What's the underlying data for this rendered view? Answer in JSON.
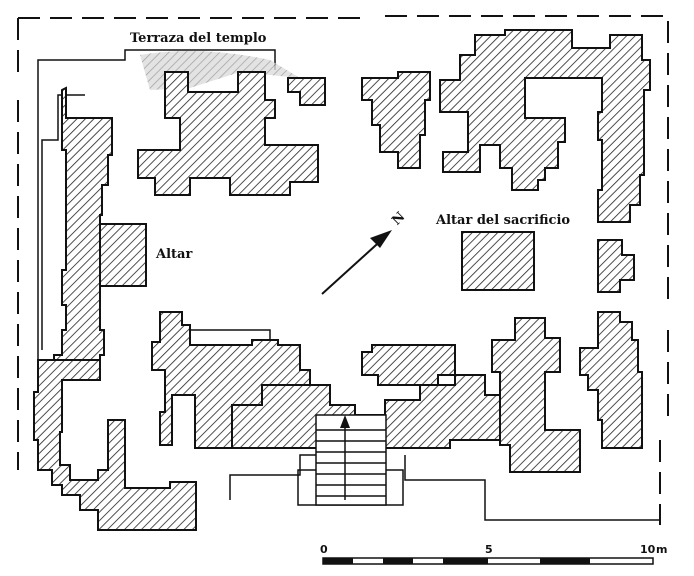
{
  "labels": {
    "terrace": "Terraza del templo",
    "altar": "Altar",
    "sacrifice_altar": "Altar del sacrificio",
    "north": "N"
  },
  "scale": {
    "ticks": [
      "0",
      "5",
      "10"
    ],
    "unit": "m"
  },
  "colors": {
    "ink": "#111111",
    "paper": "#ffffff"
  }
}
